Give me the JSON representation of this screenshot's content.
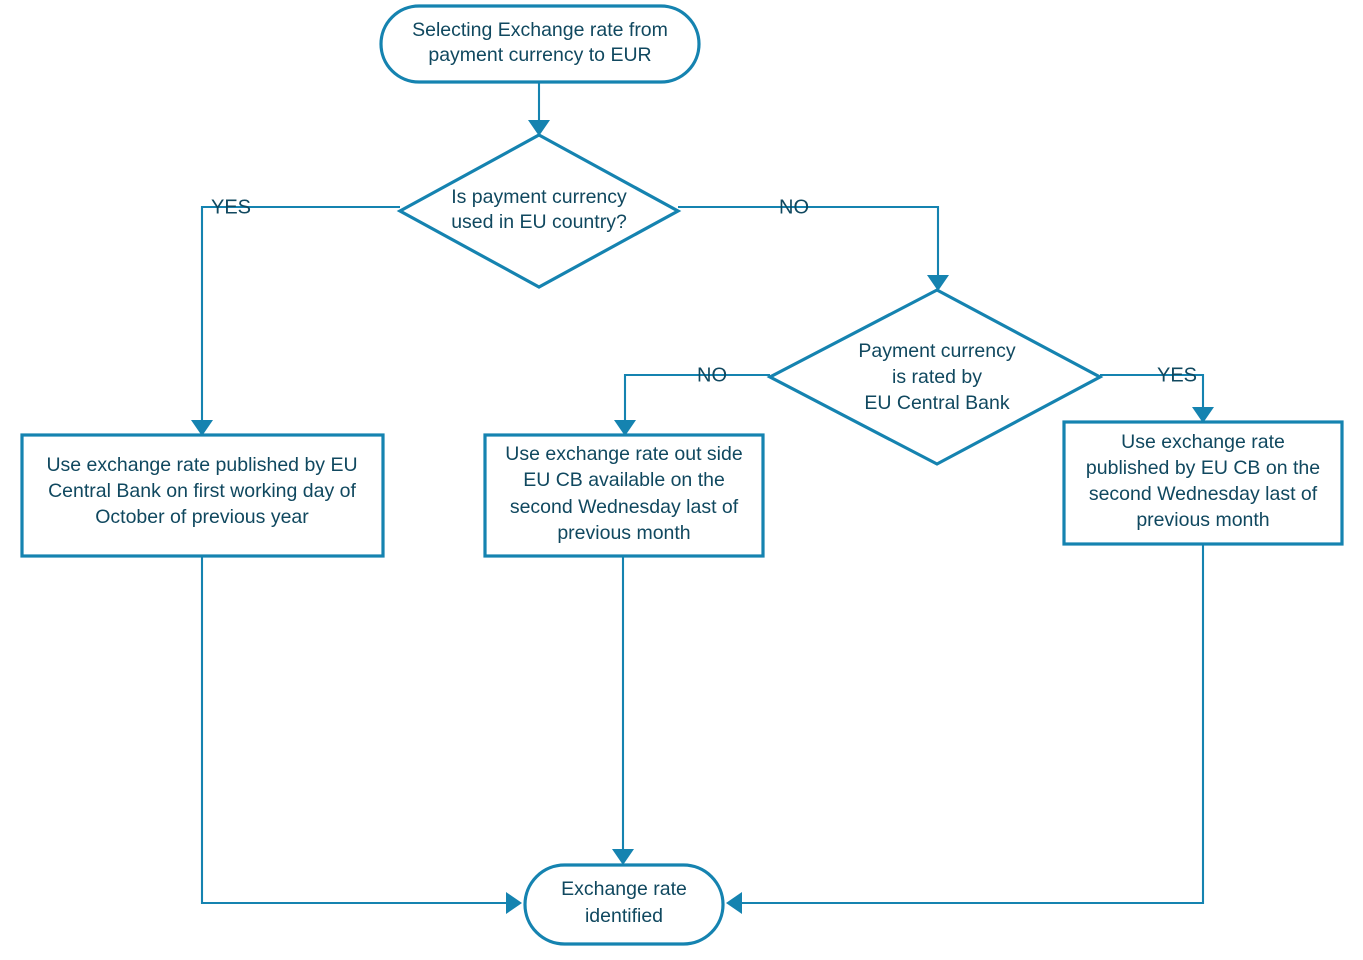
{
  "diagram": {
    "title": "Selecting exchange rate flowchart",
    "colors": {
      "stroke": "#1583b0",
      "text": "#10485f",
      "fill": "#ffffff",
      "background": "#ffffff"
    },
    "nodes": {
      "start": {
        "type": "terminator",
        "lines": [
          "Selecting Exchange rate from",
          "payment currency to EUR"
        ]
      },
      "decision_eu_country": {
        "type": "decision",
        "lines": [
          "Is payment currency",
          "used in EU country?"
        ]
      },
      "decision_rated_by_ecb": {
        "type": "decision",
        "lines": [
          "Payment currency",
          "is rated by",
          "EU Central Bank"
        ]
      },
      "process_october": {
        "type": "process",
        "lines": [
          "Use exchange rate published by EU",
          "Central Bank on first working day of",
          "October of previous year"
        ]
      },
      "process_outside_ecb": {
        "type": "process",
        "lines": [
          "Use exchange rate out side",
          "EU CB available on the",
          "second Wednesday last of",
          "previous month"
        ]
      },
      "process_ecb_wednesday": {
        "type": "process",
        "lines": [
          "Use exchange rate",
          "published by EU CB on the",
          "second Wednesday last of",
          "previous month"
        ]
      },
      "end": {
        "type": "terminator",
        "lines": [
          "Exchange rate",
          "identified"
        ]
      }
    },
    "edge_labels": {
      "eu_country_yes": "YES",
      "eu_country_no": "NO",
      "rated_no": "NO",
      "rated_yes": "YES"
    }
  }
}
